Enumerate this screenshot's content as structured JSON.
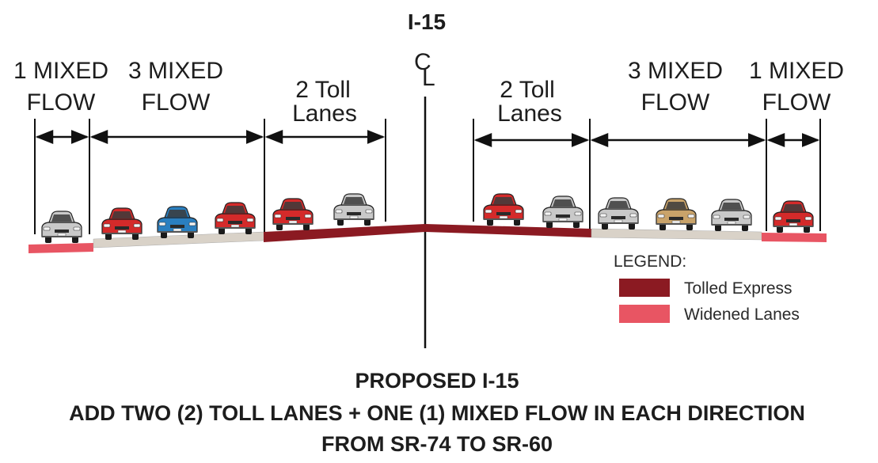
{
  "title": "I-15",
  "centerline": {
    "c": "C",
    "l": "L"
  },
  "left_labels": [
    {
      "line1": "1 MIXED",
      "line2": "FLOW"
    },
    {
      "line1": "3 MIXED",
      "line2": "FLOW"
    },
    {
      "line1": "2 Toll",
      "line2": "Lanes"
    }
  ],
  "right_labels": [
    {
      "line1": "2 Toll",
      "line2": "Lanes"
    },
    {
      "line1": "3 MIXED",
      "line2": "FLOW"
    },
    {
      "line1": "1 MIXED",
      "line2": "FLOW"
    }
  ],
  "legend": {
    "title": "LEGEND:",
    "items": [
      {
        "label": "Tolled Express",
        "color": "#8b1a22"
      },
      {
        "label": "Widened Lanes",
        "color": "#e85563"
      }
    ]
  },
  "colors": {
    "existing_lanes": "#d9d2c8",
    "tolled_express": "#8b1a22",
    "widened_lanes": "#e85563",
    "car_red": "#d42a2a",
    "car_blue": "#2a7fc0",
    "car_silver": "#c9c9c9",
    "car_tan": "#c9a36a"
  },
  "cars_left": [
    "silver",
    "red",
    "blue",
    "red",
    "red",
    "silver"
  ],
  "cars_right": [
    "red",
    "silver",
    "silver",
    "tan",
    "silver",
    "red"
  ],
  "caption": {
    "line1": "PROPOSED I-15",
    "line2": "ADD TWO (2) TOLL LANES + ONE (1)  MIXED FLOW IN EACH DIRECTION",
    "line3": "FROM SR-74 TO SR-60"
  }
}
